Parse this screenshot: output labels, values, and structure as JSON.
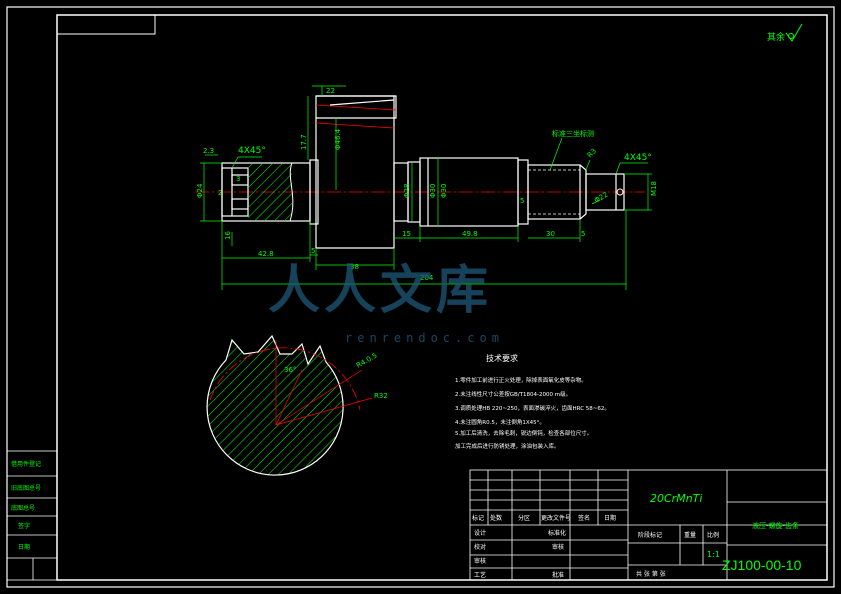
{
  "drawing": {
    "roughness_note": "其余",
    "dims": {
      "chamfer_left": "4X45°",
      "chamfer_right": "4X45°",
      "d_top_22": "22",
      "d_177": "17.7",
      "d_464": "Φ46.4",
      "d_23": "2.3",
      "d_24": "Φ24",
      "d_2": "2",
      "d_16": "16",
      "d_3": "3",
      "d_428": "42.8",
      "d_5a": "5",
      "d_38": "38",
      "d_28": "Φ28",
      "d_30": "Φ30",
      "d_30b": "Φ30",
      "d_15": "15",
      "d_498": "49.8",
      "d_30len": "30",
      "d_5b": "5",
      "d_5c": "5",
      "d_204": "204",
      "d_m18": "M18",
      "d_22": "Φ22",
      "d_r3": "R3",
      "d_thread_note": "标准三坐标测",
      "d_rp": "R4.0.5",
      "d_r32": "R32",
      "d_36": "36°"
    },
    "tech_title": "技术要求",
    "tech_notes": [
      "1.零件加工前进行正火处理，除掉表面氧化皮等杂物。",
      "2.未注线性尺寸公差按GB/T1804-2000 m级。",
      "3.调质处理HB 220~250，表面渗碳淬火，齿面HRC 58~62。",
      "4.未注圆角R0.5，未注倒角1X45°。",
      "5.加工后清洗，去除毛刺，锐边倒钝，检查各部位尺寸。",
      "加工完成后进行防锈处理，涂油包装入库。"
    ],
    "watermark": "人人文库",
    "watermark_url": "renrendoc.com"
  },
  "title_block": {
    "material": "20CrMnTi",
    "part_name": "液压-螺旋-齿条",
    "drawing_no": "ZJ100-00-10",
    "scale": "1:1",
    "row_labels": [
      "标记",
      "处数",
      "分区",
      "更改文件号",
      "签名",
      "日期"
    ],
    "design": "设计",
    "standard": "标准化",
    "check": "校对",
    "process": "工艺",
    "review": "审核",
    "approve": "批准",
    "stage": "阶段标记",
    "weight": "重量",
    "ratio": "比例",
    "sheets": "共 张 第 张"
  },
  "side_table": [
    "借用件登记",
    "旧底图总号",
    "底图总号",
    "签字",
    "日期"
  ],
  "colors": {
    "frame": "#ffffff",
    "part": "#ffffff",
    "dim": "#00ff00",
    "center": "#ff0000",
    "hatch": "#00ff00",
    "watermark": "#1e5a7a"
  }
}
